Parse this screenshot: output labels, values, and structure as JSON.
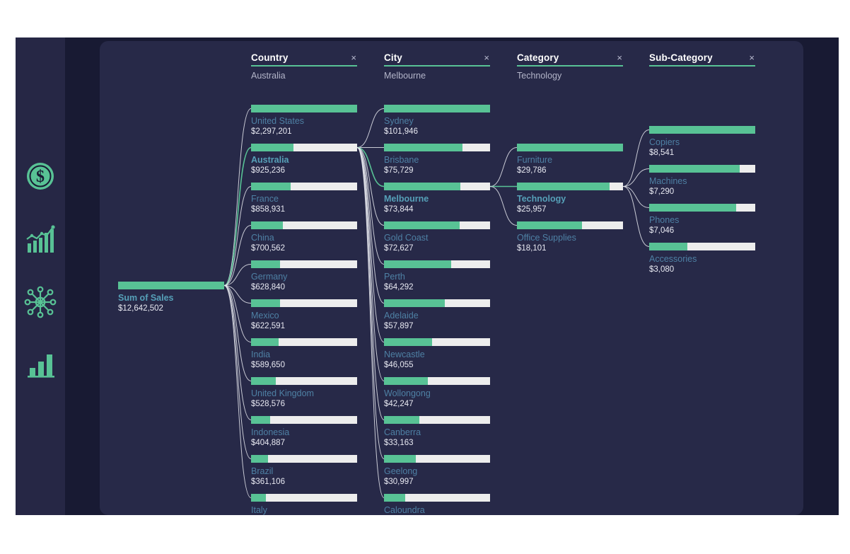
{
  "app": {
    "background_color": "#181a33",
    "sidebar_color": "#262745",
    "card_color": "#272948",
    "accent_color": "#58c295",
    "bar_track_color": "#ededed",
    "label_color": "#4e80a4",
    "sidebar": {
      "items": [
        {
          "icon": "dollar-coin-icon",
          "name": "sidebar-item-sales"
        },
        {
          "icon": "trending-bar-line-chart-icon",
          "name": "sidebar-item-trends"
        },
        {
          "icon": "network-hub-icon",
          "name": "sidebar-item-decomposition"
        },
        {
          "icon": "bar-chart-icon",
          "name": "sidebar-item-reports"
        }
      ]
    }
  },
  "columns": [
    {
      "title": "Country",
      "selected_value": "Australia",
      "close_label": "×"
    },
    {
      "title": "City",
      "selected_value": "Melbourne",
      "close_label": "×"
    },
    {
      "title": "Category",
      "selected_value": "Technology",
      "close_label": "×"
    },
    {
      "title": "Sub-Category",
      "selected_value": "",
      "close_label": "×"
    }
  ],
  "chart_data": {
    "type": "decomposition-tree",
    "title": "Sum of Sales",
    "measure": "Sum of Sales",
    "root": {
      "label": "Sum of Sales",
      "value": "$12,642,502",
      "numeric": 12642502,
      "fill_pct": 100
    },
    "levels": [
      {
        "field": "Country",
        "selected": "Australia",
        "nodes": [
          {
            "label": "United States",
            "value": "$2,297,201",
            "numeric": 2297201,
            "fill_pct": 100,
            "selected": false
          },
          {
            "label": "Australia",
            "value": "$925,236",
            "numeric": 925236,
            "fill_pct": 40,
            "selected": true
          },
          {
            "label": "France",
            "value": "$858,931",
            "numeric": 858931,
            "fill_pct": 37,
            "selected": false
          },
          {
            "label": "China",
            "value": "$700,562",
            "numeric": 700562,
            "fill_pct": 30,
            "selected": false
          },
          {
            "label": "Germany",
            "value": "$628,840",
            "numeric": 628840,
            "fill_pct": 27,
            "selected": false
          },
          {
            "label": "Mexico",
            "value": "$622,591",
            "numeric": 622591,
            "fill_pct": 27,
            "selected": false
          },
          {
            "label": "India",
            "value": "$589,650",
            "numeric": 589650,
            "fill_pct": 26,
            "selected": false
          },
          {
            "label": "United Kingdom",
            "value": "$528,576",
            "numeric": 528576,
            "fill_pct": 23,
            "selected": false
          },
          {
            "label": "Indonesia",
            "value": "$404,887",
            "numeric": 404887,
            "fill_pct": 18,
            "selected": false
          },
          {
            "label": "Brazil",
            "value": "$361,106",
            "numeric": 361106,
            "fill_pct": 16,
            "selected": false
          },
          {
            "label": "Italy",
            "value": "",
            "numeric": null,
            "fill_pct": 14,
            "selected": false
          }
        ]
      },
      {
        "field": "City",
        "selected": "Melbourne",
        "nodes": [
          {
            "label": "Sydney",
            "value": "$101,946",
            "numeric": 101946,
            "fill_pct": 100,
            "selected": false
          },
          {
            "label": "Brisbane",
            "value": "$75,729",
            "numeric": 75729,
            "fill_pct": 74,
            "selected": false
          },
          {
            "label": "Melbourne",
            "value": "$73,844",
            "numeric": 73844,
            "fill_pct": 72,
            "selected": true
          },
          {
            "label": "Gold Coast",
            "value": "$72,627",
            "numeric": 72627,
            "fill_pct": 71,
            "selected": false
          },
          {
            "label": "Perth",
            "value": "$64,292",
            "numeric": 64292,
            "fill_pct": 63,
            "selected": false
          },
          {
            "label": "Adelaide",
            "value": "$57,897",
            "numeric": 57897,
            "fill_pct": 57,
            "selected": false
          },
          {
            "label": "Newcastle",
            "value": "$46,055",
            "numeric": 46055,
            "fill_pct": 45,
            "selected": false
          },
          {
            "label": "Wollongong",
            "value": "$42,247",
            "numeric": 42247,
            "fill_pct": 41,
            "selected": false
          },
          {
            "label": "Canberra",
            "value": "$33,163",
            "numeric": 33163,
            "fill_pct": 33,
            "selected": false
          },
          {
            "label": "Geelong",
            "value": "$30,997",
            "numeric": 30997,
            "fill_pct": 30,
            "selected": false
          },
          {
            "label": "Caloundra",
            "value": "",
            "numeric": null,
            "fill_pct": 20,
            "selected": false
          }
        ]
      },
      {
        "field": "Category",
        "selected": "Technology",
        "nodes": [
          {
            "label": "Furniture",
            "value": "$29,786",
            "numeric": 29786,
            "fill_pct": 100,
            "selected": false
          },
          {
            "label": "Technology",
            "value": "$25,957",
            "numeric": 25957,
            "fill_pct": 87,
            "selected": true
          },
          {
            "label": "Office Supplies",
            "value": "$18,101",
            "numeric": 18101,
            "fill_pct": 61,
            "selected": false
          }
        ]
      },
      {
        "field": "Sub-Category",
        "selected": "",
        "nodes": [
          {
            "label": "Copiers",
            "value": "$8,541",
            "numeric": 8541,
            "fill_pct": 100,
            "selected": false
          },
          {
            "label": "Machines",
            "value": "$7,290",
            "numeric": 7290,
            "fill_pct": 85,
            "selected": false
          },
          {
            "label": "Phones",
            "value": "$7,046",
            "numeric": 7046,
            "fill_pct": 82,
            "selected": false
          },
          {
            "label": "Accessories",
            "value": "$3,080",
            "numeric": 3080,
            "fill_pct": 36,
            "selected": false
          }
        ]
      }
    ]
  }
}
